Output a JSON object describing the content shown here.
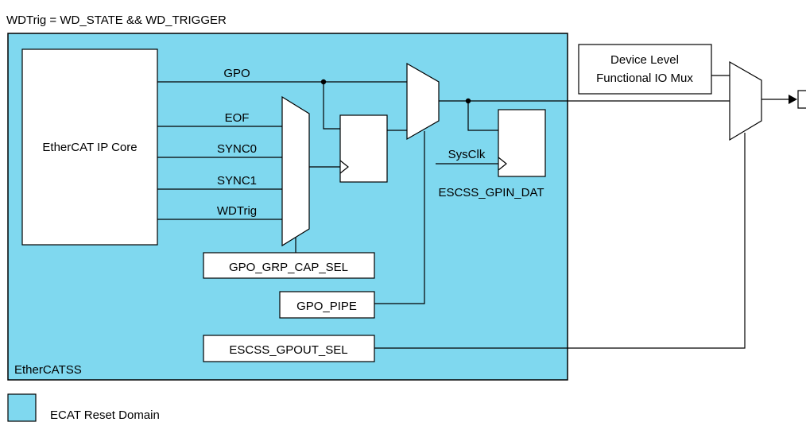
{
  "caption": "WDTrig = WD_STATE && WD_TRIGGER",
  "domain_label": "EtherCATSS",
  "legend": {
    "label": "ECAT Reset Domain",
    "color": "#7fd8ef"
  },
  "blocks": {
    "ip_core": "EtherCAT IP Core",
    "gpo_grp_cap_sel": "GPO_GRP_CAP_SEL",
    "gpo_pipe": "GPO_PIPE",
    "escss_gpout_sel": "ESCSS_GPOUT_SEL",
    "escss_gpin_dat": "ESCSS_GPIN_DAT",
    "io_mux_line1": "Device Level",
    "io_mux_line2": "Functional IO Mux"
  },
  "signals": {
    "gpo": "GPO",
    "eof": "EOF",
    "sync0": "SYNC0",
    "sync1": "SYNC1",
    "wdtrig": "WDTrig",
    "sysclk": "SysClk"
  }
}
